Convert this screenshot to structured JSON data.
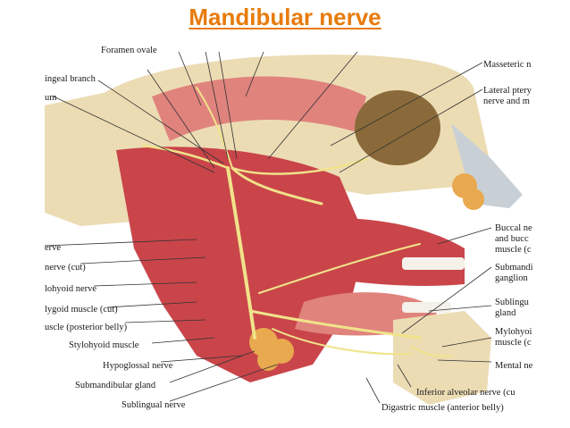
{
  "title": "Mandibular nerve",
  "colors": {
    "title": "#e87b0c",
    "muscle": "#c9454a",
    "muscle_light": "#e0837d",
    "bone": "#ecdcb4",
    "nerve": "#f0e38a",
    "gland": "#e9a94f",
    "skin_gray": "#c8d0d6"
  },
  "labels_left": [
    "ingeal branch",
    "um",
    "erve",
    "nerve (cut)",
    "lohyoid nerve",
    "lygoid muscle (cut)",
    "uscle (posterior belly)",
    "Stylohyoid muscle",
    "Hypoglossal nerve",
    "Submandibular gland",
    "Sublingual nerve"
  ],
  "labels_top": [
    "Foramen ovale"
  ],
  "labels_right": [
    "Masseteric n",
    "Lateral ptery",
    "nerve and m",
    "Buccal ne",
    "and bucc",
    "muscle (c",
    "Submandi",
    "ganglion",
    "Sublingu",
    "gland",
    "Mylohyoi",
    "muscle (c",
    "Mental ne"
  ],
  "labels_bottom": [
    "Inferior alveolar nerve (cu",
    "Digastric muscle (anterior belly)"
  ]
}
